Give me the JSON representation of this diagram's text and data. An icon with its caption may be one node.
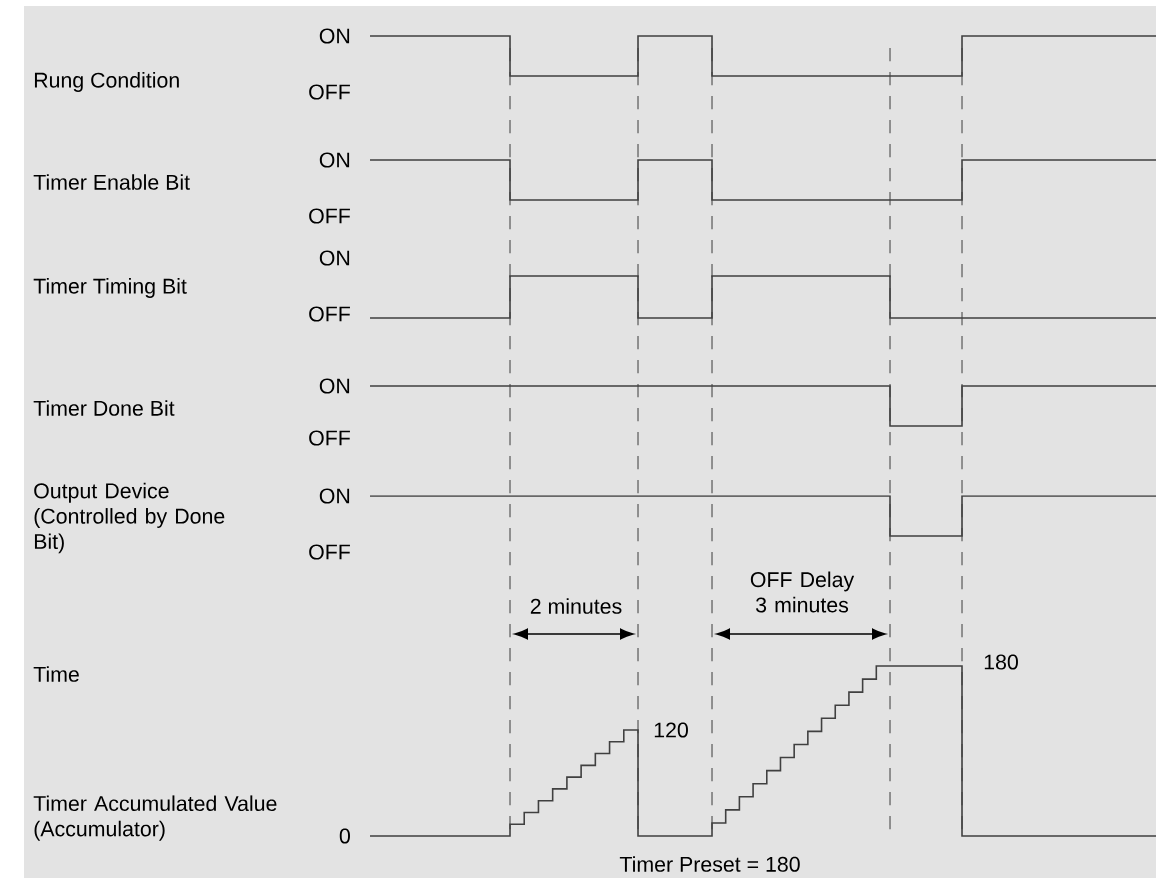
{
  "diagram": {
    "labels": [
      "ON",
      "Rung Condition",
      "OFF",
      "ON",
      "Timer Enable Bit",
      "OFF",
      "ON",
      "Timer Timing Bit",
      "OFF",
      "ON",
      "Timer Done Bit",
      "OFF",
      "Output Device (Controlled by Done Bit)",
      "ON",
      "OFF",
      "2 minutes",
      "OFF Delay 3 minutes",
      "Time",
      "180",
      "120",
      "Timer Accumulated Value (Accumulator)",
      "0",
      "Timer Preset = 180"
    ]
  }
}
